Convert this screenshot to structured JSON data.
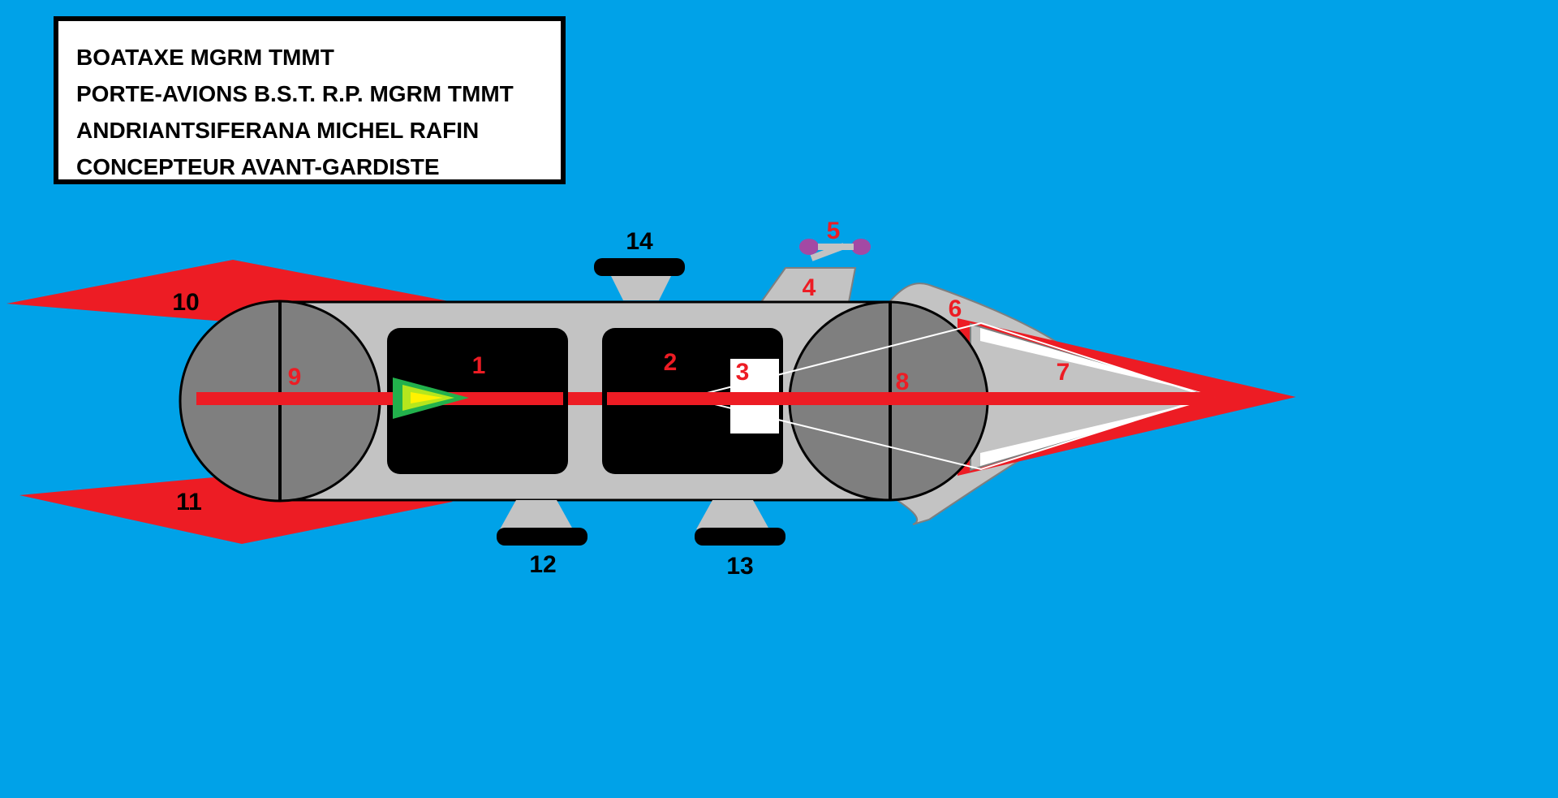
{
  "title_box": {
    "lines": [
      "BOATAXE MGRM TMMT",
      "PORTE-AVIONS B.S.T. R.P. MGRM TMMT",
      "ANDRIANTSIFERANA MICHEL RAFIN",
      "CONCEPTEUR AVANT-GARDISTE"
    ]
  },
  "labels": {
    "l1": "1",
    "l2": "2",
    "l3": "3",
    "l4": "4",
    "l5": "5",
    "l6": "6",
    "l7": "7",
    "l8": "8",
    "l9": "9",
    "l10": "10",
    "l11": "11",
    "l12": "12",
    "l13": "13",
    "l14": "14"
  },
  "colors": {
    "background": "#00a2e8",
    "hull": "#c3c3c3",
    "sphere": "#7f7f7f",
    "red": "#ed1c24",
    "black": "#000000",
    "white": "#ffffff",
    "green": "#22b14c",
    "yellow": "#fff200",
    "purple": "#a349a4",
    "label_red": "#ed1c24",
    "label_black": "#000000"
  }
}
